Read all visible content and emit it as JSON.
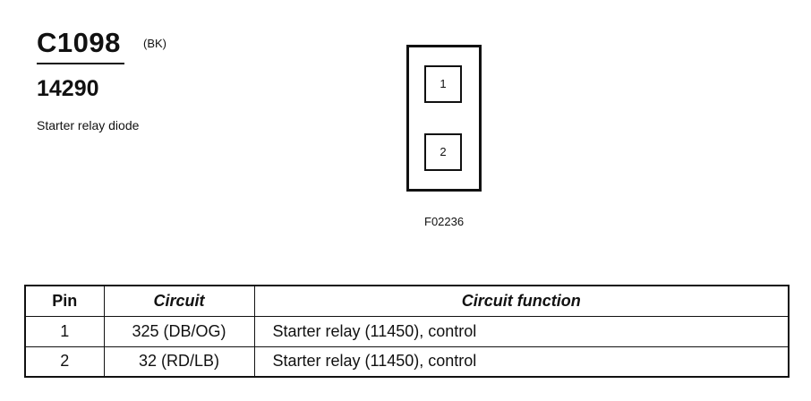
{
  "connector": {
    "id": "C1098",
    "color_code": "(BK)",
    "part_number": "14290",
    "description": "Starter relay diode"
  },
  "diagram": {
    "pins": [
      "1",
      "2"
    ],
    "figure_ref": "F02236"
  },
  "table": {
    "headers": {
      "pin": "Pin",
      "circuit": "Circuit",
      "function": "Circuit function"
    },
    "rows": [
      {
        "pin": "1",
        "circuit": "325 (DB/OG)",
        "function": "Starter relay (11450), control"
      },
      {
        "pin": "2",
        "circuit": "32 (RD/LB)",
        "function": "Starter relay (11450), control"
      }
    ]
  }
}
